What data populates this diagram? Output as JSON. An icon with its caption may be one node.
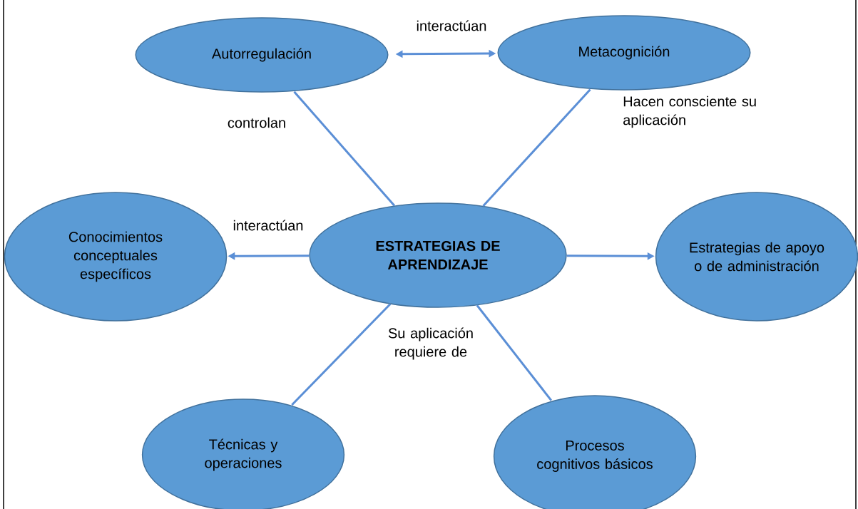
{
  "diagram": {
    "nodes": [
      {
        "text": [
          "Autorregulación"
        ]
      },
      {
        "text": [
          "Metacognición"
        ]
      },
      {
        "text": [
          "Conocimientos conceptuales específicos"
        ]
      },
      {
        "text": [
          "ESTRATEGIAS DE APRENDIZAJE"
        ]
      },
      {
        "text": [
          "Estrategias de apoyo o de administración"
        ]
      },
      {
        "text": [
          "Técnicas y operaciones"
        ]
      },
      {
        "text": [
          "Procesos cognitivos básicos"
        ]
      }
    ],
    "edges": [
      {
        "from": 0,
        "to": 1,
        "arrow": "both",
        "label": "interactúan"
      },
      {
        "from": 3,
        "to": 0,
        "arrow": "none",
        "label": "controlan"
      },
      {
        "from": 3,
        "to": 1,
        "arrow": "none",
        "label": "Hacen consciente su aplicación"
      },
      {
        "from": 3,
        "to": 2,
        "arrow": "to",
        "label": "interactúan"
      },
      {
        "from": 3,
        "to": 4,
        "arrow": "to"
      },
      {
        "from": 3,
        "to": 5,
        "arrow": "none"
      },
      {
        "from": 3,
        "to": 6,
        "arrow": "none"
      }
    ],
    "labels": [
      "Su aplicación requiere de"
    ]
  }
}
